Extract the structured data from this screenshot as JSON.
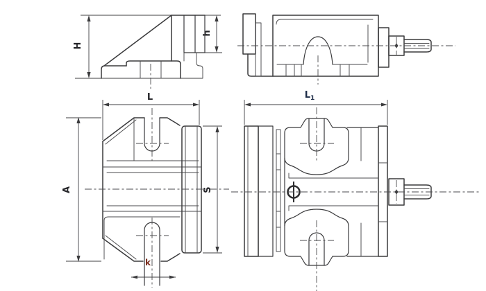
{
  "drawing": {
    "background": "#ffffff",
    "line_color": "#3a3a3c",
    "labels": {
      "H": {
        "text": "H",
        "color": "#26262a"
      },
      "h": {
        "text": "h",
        "color": "#26262a"
      },
      "L": {
        "text": "L",
        "color": "#26262a"
      },
      "L1": {
        "base": "L",
        "sub": "1",
        "color": "#1d2c47"
      },
      "A": {
        "text": "A",
        "color": "#26262a"
      },
      "S": {
        "text": "S",
        "color": "#26262a"
      },
      "k": {
        "text": "k",
        "color": "#7b2e1f"
      }
    }
  }
}
